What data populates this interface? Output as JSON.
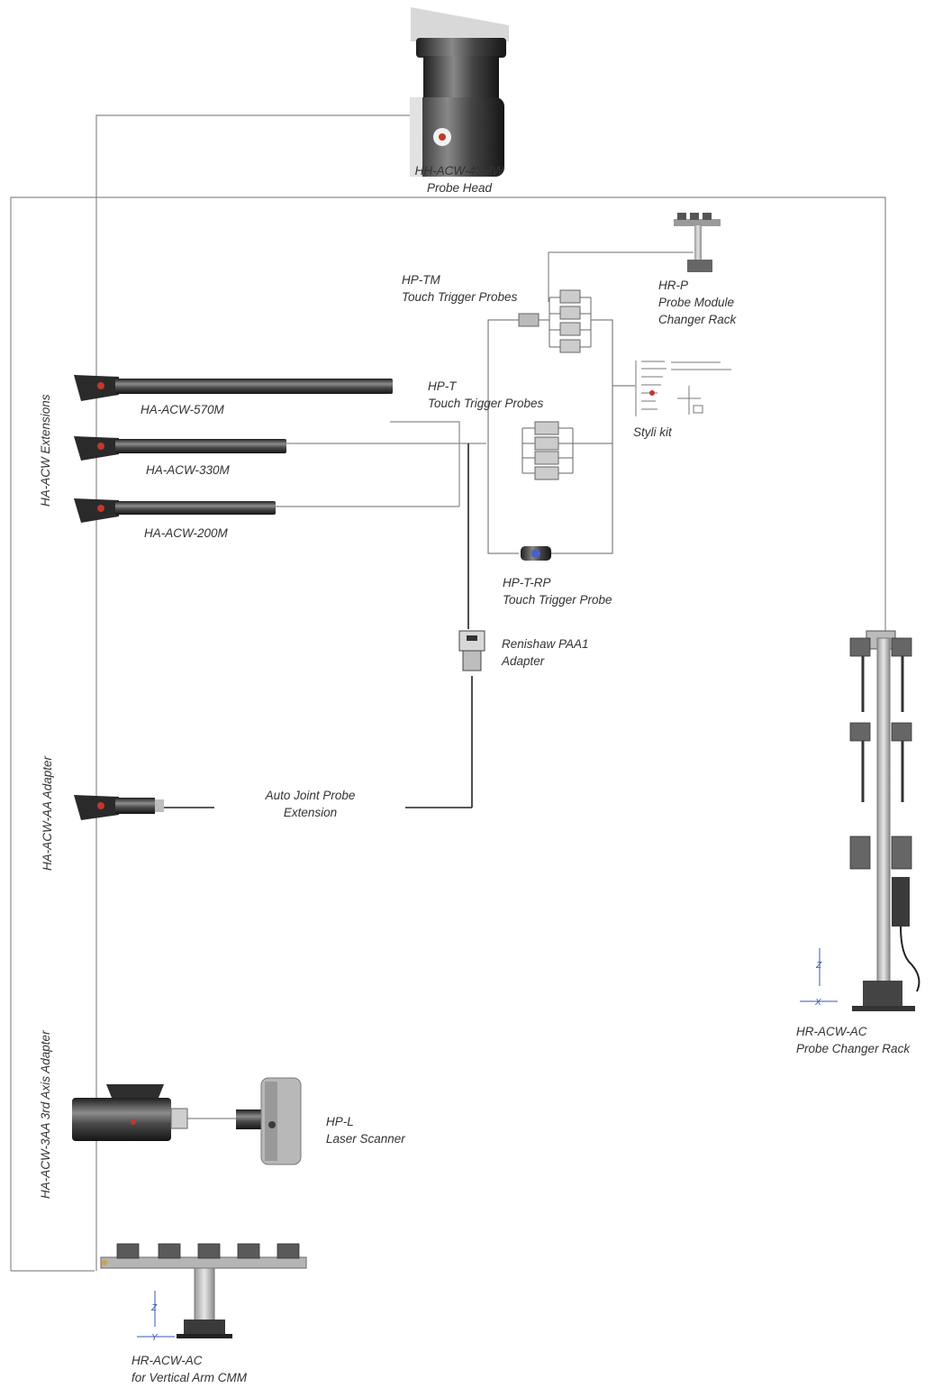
{
  "labels": {
    "probe_head": [
      "HH-ACW-43MW",
      "Probe Head"
    ],
    "hr_p": [
      "HR-P",
      "Probe Module",
      "Changer Rack"
    ],
    "hp_tm": [
      "HP-TM",
      "Touch Trigger Probes"
    ],
    "hp_t": [
      "HP-T",
      "Touch Trigger Probes"
    ],
    "styli": "Styli kit",
    "ext570": "HA-ACW-570M",
    "ext330": "HA-ACW-330M",
    "ext200": "HA-ACW-200M",
    "hp_t_rp": [
      "HP-T-RP",
      "Touch Trigger Probe"
    ],
    "paa1": [
      "Renishaw PAA1",
      "Adapter"
    ],
    "auto_joint": [
      "Auto Joint Probe",
      "Extension"
    ],
    "hp_l": [
      "HP-L",
      "Laser Scanner"
    ],
    "rack_ac": [
      "HR-ACW-AC",
      "Probe Changer Rack"
    ],
    "rack_vertical": [
      "HR-ACW-AC",
      "for Vertical Arm CMM"
    ]
  },
  "vertical_labels": {
    "extensions": "HA-ACW Extensions",
    "aa_adapter": "HA-ACW-AA  Adapter",
    "axis3_adapter": "HA-ACW-3AA 3rd Axis  Adapter"
  },
  "axis_marks": {
    "z": "Z",
    "x": "X",
    "y": "Y"
  },
  "colors": {
    "line": "#8a8a8a",
    "dark_line": "#222222",
    "metal_dark": "#2f2f2f",
    "metal_light": "#cfcfcf",
    "accent_red": "#c0392b"
  }
}
